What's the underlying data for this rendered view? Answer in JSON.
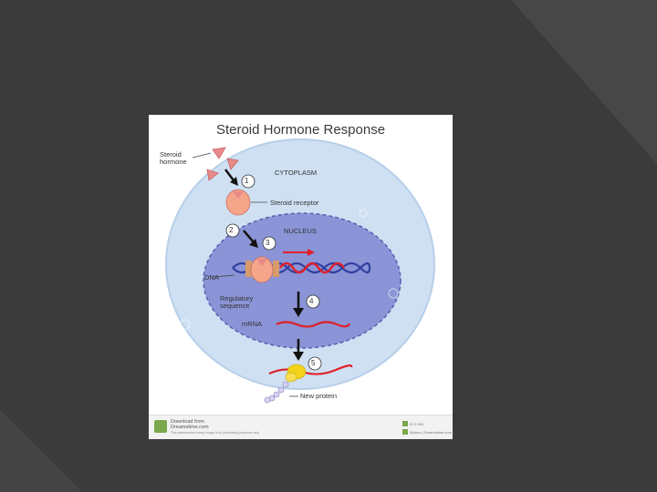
{
  "diagram": {
    "title": "Steroid Hormone Response",
    "labels": {
      "steroid_hormone": "Steroid\nhormone",
      "cytoplasm": "CYTOPLASM",
      "steroid_receptor": "Steroid receptor",
      "nucleus": "NUCLEUS",
      "dna": "DNA",
      "regulatory_sequence": "Regulatory\nsequence",
      "mrna": "mRNA",
      "new_protein": "New protein"
    },
    "steps": [
      "1",
      "2",
      "3",
      "4",
      "5"
    ]
  },
  "footer": {
    "download_text": "Download from\nDreamstime.com",
    "small_text": "This watermarked comp image is for previewing purposes only.",
    "id_text": "ID 2.900",
    "credit_text": "Aldona | Dreamstime.com"
  },
  "colors": {
    "background": "#3b3b3b",
    "cell": "#cfe0f3",
    "nucleus": "#8a94d6",
    "dna_blue": "#3040a0",
    "mrna_red": "#e0202a",
    "hormone": "#e88a8a",
    "ribosome": "#f2d21a"
  }
}
